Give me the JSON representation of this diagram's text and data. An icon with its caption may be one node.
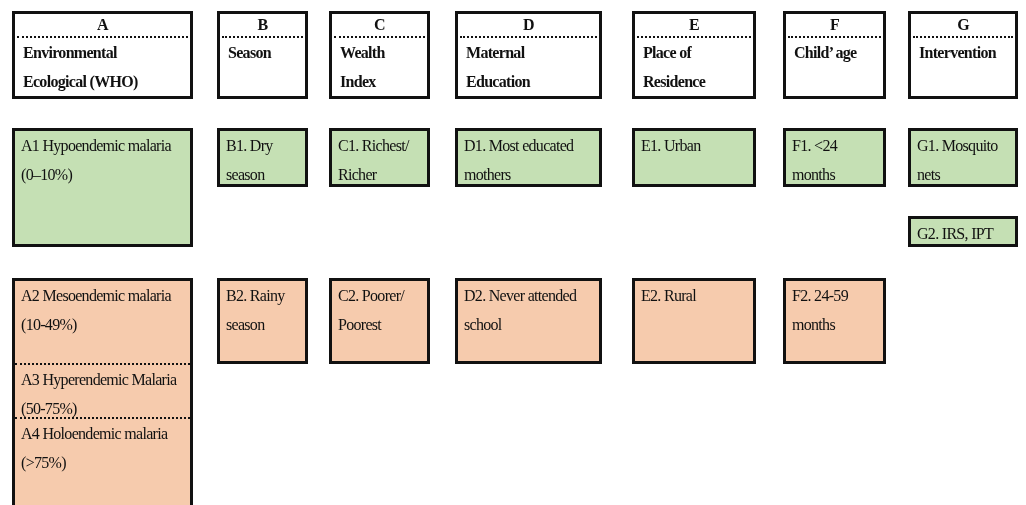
{
  "diagram": {
    "nodes": [
      {
        "text": [
          "A",
          "Environmental Ecological (WHO)"
        ]
      },
      {
        "text": [
          "B",
          "Season"
        ]
      },
      {
        "text": [
          "C",
          "Wealth Index"
        ]
      },
      {
        "text": [
          "D",
          "Maternal Education"
        ]
      },
      {
        "text": [
          "E",
          "Place of Residence"
        ]
      },
      {
        "text": [
          "F",
          "Child’ age"
        ]
      },
      {
        "text": [
          "G",
          "Intervention"
        ]
      },
      {
        "text": [
          "A1 Hypoendemic malaria (0–10%)"
        ]
      },
      {
        "text": [
          "B1. Dry season"
        ]
      },
      {
        "text": [
          "C1. Richest/ Richer"
        ]
      },
      {
        "text": [
          "D1. Most educated mothers"
        ]
      },
      {
        "text": [
          "E1. Urban"
        ]
      },
      {
        "text": [
          "F1. <24 months"
        ]
      },
      {
        "text": [
          "G1. Mosquito nets"
        ]
      },
      {
        "text": [
          "G2. IRS, IPT"
        ]
      },
      {
        "text": [
          "A2 Mesoendemic malaria (10-49%)",
          "A3 Hyperendemic Malaria (50-75%)",
          "A4 Holoendemic malaria (>75%)"
        ]
      },
      {
        "text": [
          "B2. Rainy season"
        ]
      },
      {
        "text": [
          "C2. Poorer/ Poorest"
        ]
      },
      {
        "text": [
          "D2. Never attended school"
        ]
      },
      {
        "text": [
          "E2. Rural"
        ]
      },
      {
        "text": [
          "F2. 24-59 months"
        ]
      }
    ]
  }
}
